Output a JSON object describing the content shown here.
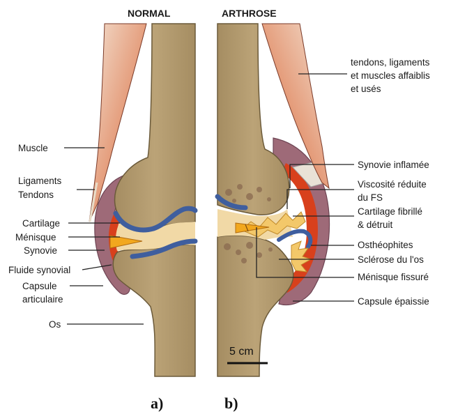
{
  "headers": {
    "normal": "NORMAL",
    "arthrose": "ARTHROSE"
  },
  "labels_left": {
    "muscle": "Muscle",
    "ligaments": "Ligaments",
    "tendons": "Tendons",
    "cartilage": "Cartilage",
    "menisque": "Ménisque",
    "synovie": "Synovie",
    "fluide": "Fluide synovial",
    "capsule_1": "Capsule",
    "capsule_2": "articulaire",
    "os": "Os"
  },
  "labels_right": {
    "tendons_1": "tendons, ligaments",
    "tendons_2": "et muscles affaiblis",
    "tendons_3": "et usés",
    "synovie_inflamee": "Synovie inflamée",
    "viscosite_1": "Viscosité réduite",
    "viscosite_2": "du FS",
    "cartilage_1": "Cartilage fibrillé",
    "cartilage_2": "& détruit",
    "ostheophytes": "Osthéophites",
    "sclerose": "Sclérose du l'os",
    "menisque_fissure": "Ménisque fissuré",
    "capsule_epaissie": "Capsule épaissie"
  },
  "scale_bar": "5 cm",
  "panels": {
    "a": "a)",
    "b": "b)"
  },
  "colors": {
    "bone": "#b39b6e",
    "bone_outline": "#6b5a3a",
    "cartilage": "#3f5e9e",
    "capsule": "#9e6a78",
    "synovium": "#d8401c",
    "meniscus": "#f2a81e",
    "muscle_light": "#efd6c2",
    "muscle_dark": "#cf5a38",
    "osteophyte": "#f3c86a",
    "sclerosis": "#8a6a50"
  }
}
